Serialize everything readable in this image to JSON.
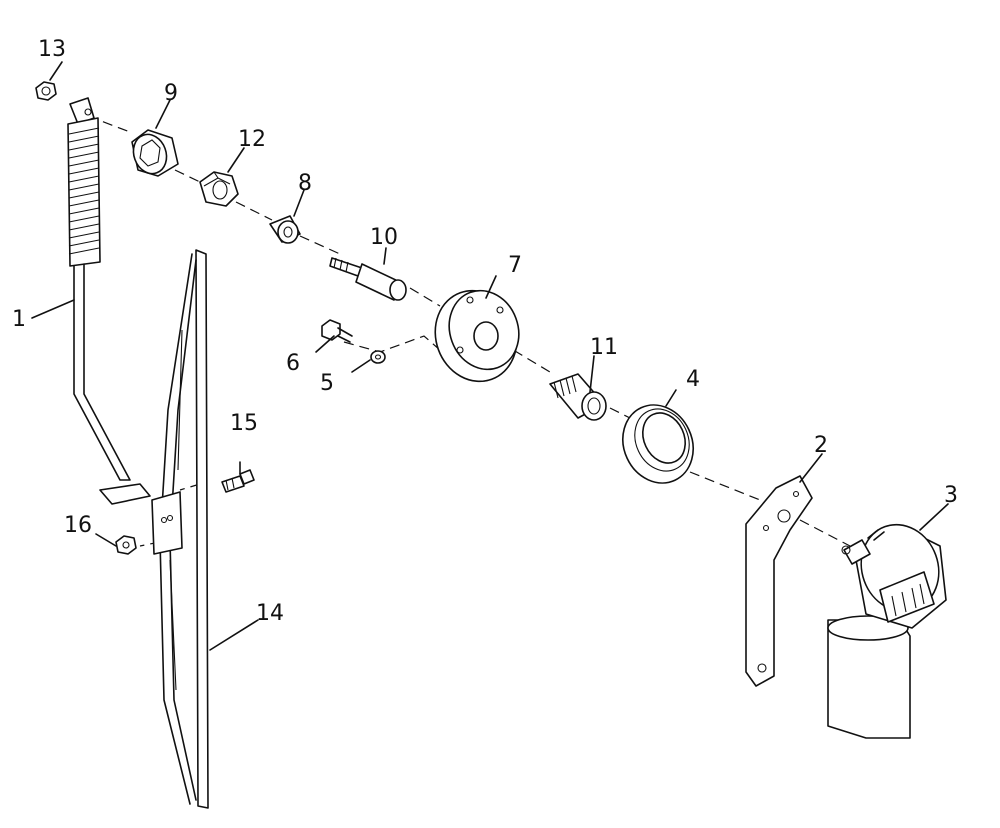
{
  "labels": {
    "p1": "1",
    "p2": "2",
    "p3": "3",
    "p4": "4",
    "p5": "5",
    "p6": "6",
    "p7": "7",
    "p8": "8",
    "p9": "9",
    "p10": "10",
    "p11": "11",
    "p12": "12",
    "p13": "13",
    "p14": "14",
    "p15": "15",
    "p16": "16"
  }
}
